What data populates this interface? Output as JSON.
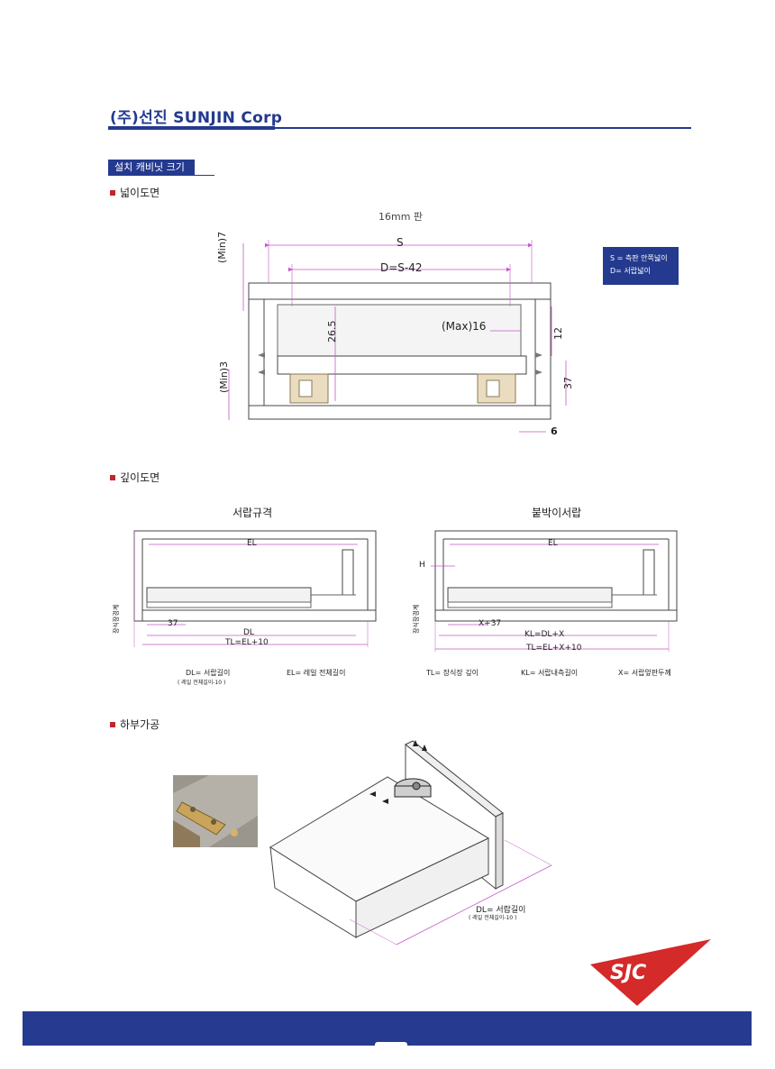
{
  "header": {
    "company": "(주)선진 SUNJIN Corp"
  },
  "section_tab": "설치 캐비닛 크기",
  "width_view": {
    "heading": "넓이도면",
    "panel_label": "16mm 판",
    "dims": {
      "s": "S",
      "d": "D=S-42",
      "min7": "(Min)7",
      "min3": "(Min)3",
      "h265": "26.5",
      "max16": "(Max)16",
      "d12": "12",
      "d37": "37",
      "d6": "6"
    },
    "legend": [
      "S = 측판 안쪽넓이",
      "D= 서랍넓이"
    ]
  },
  "depth_view": {
    "heading": "깊이도면",
    "left_title": "서랍규격",
    "right_title": "붙박이서랍",
    "side_label": "장식장경계",
    "left_dims": {
      "el": "EL",
      "d37": "37",
      "dl": "DL",
      "tl": "TL=EL+10"
    },
    "right_dims": {
      "el": "EL",
      "h": "H",
      "x37": "X+37",
      "kl": "KL=DL+X",
      "tl": "TL=EL+X+10"
    },
    "notes": {
      "dl": "DL= 서랍길이",
      "dl_sub": "( 레일 전체길이-10 )",
      "el": "EL= 레일 전체길이",
      "tl": "TL= 장식장 깊이",
      "kl": "KL= 서랍내측길이",
      "x": "X= 서랍앞판두께"
    }
  },
  "bottom_view": {
    "heading": "하부가공",
    "dl": "DL= 서랍길이",
    "dl_sub": "( 레일 전체길이-10 )"
  },
  "logo": "SJC",
  "colors": {
    "brand_blue": "#243a8f",
    "dimension_magenta": "#c558c8",
    "bullet_red": "#c0262d",
    "logo_red": "#d42a2a"
  }
}
